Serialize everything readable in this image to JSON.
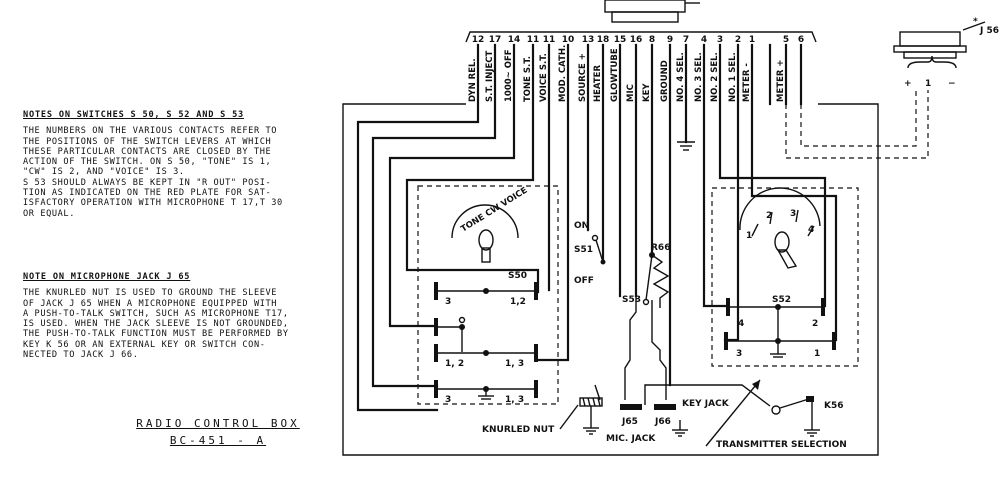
{
  "notes_switches": {
    "heading": "NOTES ON SWITCHES S 50, S 52 AND S 53",
    "body": "THE NUMBERS ON THE VARIOUS CONTACTS REFER TO\nTHE POSITIONS OF THE SWITCH LEVERS AT WHICH\nTHESE PARTICULAR CONTACTS ARE CLOSED BY THE\nACTION OF THE SWITCH. ON S 50, \"TONE\" IS 1,\n\"CW\" IS 2, AND \"VOICE\" IS 3.\nS 53 SHOULD ALWAYS BE KEPT IN \"R OUT\" POSI-\nTION AS INDICATED ON THE RED PLATE FOR SAT-\nISFACTORY OPERATION WITH MICROPHONE T 17,T 30\nOR EQUAL."
  },
  "notes_mic": {
    "heading": "NOTE ON MICROPHONE JACK J 65",
    "body": "THE KNURLED NUT IS USED TO GROUND THE SLEEVE\nOF JACK J 65 WHEN A MICROPHONE EQUIPPED WITH\nA PUSH-TO-TALK SWITCH, SUCH AS MICROPHONE T17,\nIS USED. WHEN THE JACK SLEEVE IS NOT GROUNDED,\nTHE PUSH-TO-TALK FUNCTION MUST BE PERFORMED BY\nKEY K 56 OR AN EXTERNAL KEY OR SWITCH CON-\nNECTED TO JACK J 66."
  },
  "title": {
    "line1": "RADIO CONTROL BOX",
    "line2": "BC-451 - A"
  },
  "terminals": [
    {
      "pin": "12",
      "label": "DYN REL."
    },
    {
      "pin": "17",
      "label": "S.T. INJECT"
    },
    {
      "pin": "14",
      "label": "1000~ OFF"
    },
    {
      "pin": "11",
      "label": "TONE S.T."
    },
    {
      "pin": "11",
      "label": "VOICE S.T."
    },
    {
      "pin": "10",
      "label": "MOD. CATH."
    },
    {
      "pin": "13",
      "label": "SOURCE +"
    },
    {
      "pin": "18",
      "label": "HEATER"
    },
    {
      "pin": "15",
      "label": "GLOWTUBE"
    },
    {
      "pin": "16",
      "label": "MIC"
    },
    {
      "pin": "8",
      "label": "KEY"
    },
    {
      "pin": "9",
      "label": "GROUND"
    },
    {
      "pin": "7",
      "label": "NO. 4 SEL."
    },
    {
      "pin": "4",
      "label": "NO. 3 SEL."
    },
    {
      "pin": "3",
      "label": "NO. 2 SEL."
    },
    {
      "pin": "2",
      "label": "NO. 1 SEL."
    },
    {
      "pin": "1",
      "label": "METER -"
    },
    {
      "pin": "5",
      "label": "METER +"
    },
    {
      "pin": "6",
      "label": ""
    }
  ],
  "labels": {
    "j56": "J 56",
    "j56_star": "*",
    "j56_plus": "+",
    "j56_one": "1",
    "j56_minus": "−",
    "s50": "S50",
    "s50_dial": "TONE CW VOICE",
    "s50_c3a": "3",
    "s50_c12a": "1,2",
    "s50_c12b": "1, 2",
    "s50_c13a": "1, 3",
    "s50_c3b": "3",
    "s50_c13b": "1, 3",
    "s51": "S51",
    "s51_on": "ON",
    "s51_off": "OFF",
    "r66": "R66",
    "s53": "S53",
    "s52": "S52",
    "s52_d1": "1",
    "s52_d2": "2",
    "s52_d3": "3",
    "s52_d4": "4",
    "s52_c4": "4",
    "s52_c2": "2",
    "s52_c3": "3",
    "s52_c1": "1",
    "knurled_nut": "KNURLED NUT",
    "j65": "J65",
    "j66": "J66",
    "key_jack": "KEY JACK",
    "mic_jack": "MIC. JACK",
    "k56": "K56",
    "transmitter_selection": "TRANSMITTER SELECTION"
  }
}
